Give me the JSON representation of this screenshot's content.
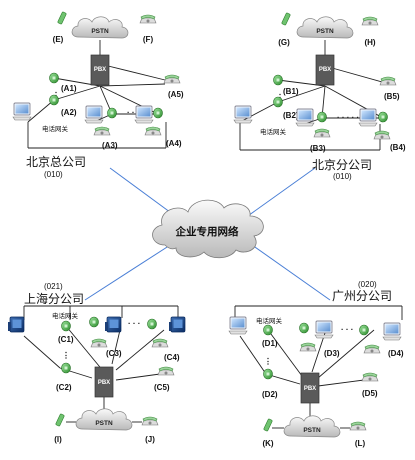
{
  "center": {
    "label": "企业专用网络"
  },
  "cloud_label": "PSTN",
  "pbx_label": "PBX",
  "gateway_label": "电话网关",
  "offices": {
    "bj_hq": {
      "name": "北京总公司",
      "code": "(010)"
    },
    "bj_br": {
      "name": "北京分公司",
      "code": "(010)"
    },
    "sh": {
      "name": "上海分公司",
      "code": "(021)"
    },
    "gz": {
      "name": "广州分公司",
      "code": "(020)"
    }
  },
  "labels": {
    "E": "(E)",
    "F": "(F)",
    "A1": "(A1)",
    "A2": "(A2)",
    "A3": "(A3)",
    "A4": "(A4)",
    "A5": "(A5)",
    "G": "(G)",
    "H": "(H)",
    "B1": "(B1)",
    "B2": "(B2)",
    "B3": "(B3)",
    "B4": "(B4)",
    "B5": "(B5)",
    "C1": "(C1)",
    "C2": "(C2)",
    "C3": "(C3)",
    "C4": "(C4)",
    "C5": "(C5)",
    "I": "(I)",
    "J": "(J)",
    "D1": "(D1)",
    "D2": "(D2)",
    "D3": "(D3)",
    "D4": "(D4)",
    "D5": "(D5)",
    "K": "(K)",
    "L": "(L)"
  },
  "colors": {
    "wan_line": "#4a7fd6",
    "pbx": "#555555",
    "gateway": "#3aa83a"
  }
}
